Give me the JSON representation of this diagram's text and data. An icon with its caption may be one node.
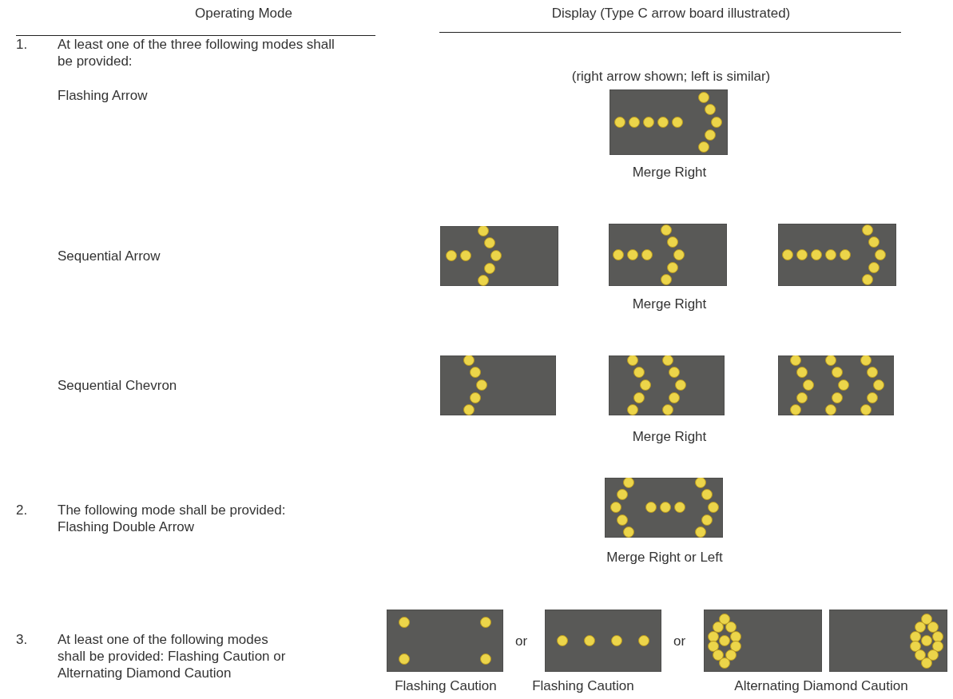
{
  "diagram": {
    "labels": [
      "Operating Mode",
      "Display (Type C arrow board illustrated)",
      "1.",
      "At least one of the three following modes shall be provided:",
      "(right arrow shown; left is similar)",
      "Flashing Arrow",
      "Merge Right",
      "Sequential Arrow",
      "Merge Right",
      "Sequential Chevron",
      "Merge Right",
      "2.",
      "The following mode shall be provided: Flashing Double Arrow",
      "Merge Right or Left",
      "3.",
      "At least one of the following modes shall be provided: Flashing Caution or Alternating Diamond Caution",
      "or",
      "or",
      "Flashing Caution",
      "Flashing Caution",
      "Alternating Diamond Caution"
    ]
  }
}
